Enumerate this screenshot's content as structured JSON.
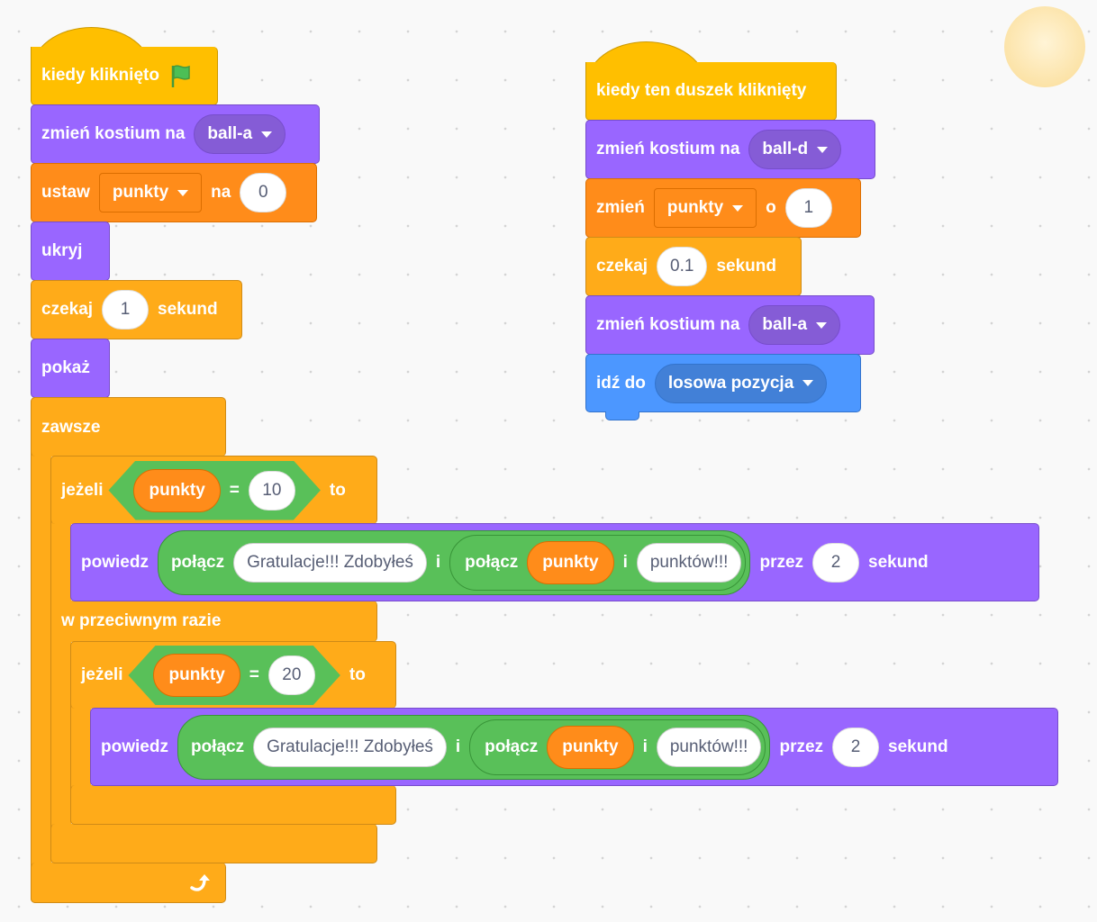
{
  "script1": {
    "hat": {
      "label": "kiedy kliknięto",
      "icon": "green-flag-icon"
    },
    "costume": {
      "label": "zmień kostium na",
      "value": "ball-a"
    },
    "set_var": {
      "label": "ustaw",
      "var": "punkty",
      "to": "na",
      "value": "0"
    },
    "hide": {
      "label": "ukryj"
    },
    "wait": {
      "label": "czekaj",
      "value": "1",
      "unit": "sekund"
    },
    "show": {
      "label": "pokaż"
    },
    "forever": {
      "label": "zawsze"
    },
    "if1": {
      "label": "jeżeli",
      "var": "punkty",
      "eq": "=",
      "value": "10",
      "then": "to",
      "say": {
        "label": "powiedz",
        "join": "połącz",
        "text1": "Gratulacje!!! Zdobyłeś",
        "and": "i",
        "join2": "połącz",
        "var": "punkty",
        "and2": "i",
        "text2": "punktów!!!",
        "for": "przez",
        "secs": "2",
        "unit": "sekund"
      }
    },
    "else": {
      "label": "w przeciwnym razie"
    },
    "if2": {
      "label": "jeżeli",
      "var": "punkty",
      "eq": "=",
      "value": "20",
      "then": "to",
      "say": {
        "label": "powiedz",
        "join": "połącz",
        "text1": "Gratulacje!!! Zdobyłeś",
        "and": "i",
        "join2": "połącz",
        "var": "punkty",
        "and2": "i",
        "text2": "punktów!!!",
        "for": "przez",
        "secs": "2",
        "unit": "sekund"
      }
    }
  },
  "script2": {
    "hat": {
      "label": "kiedy ten duszek kliknięty"
    },
    "costume1": {
      "label": "zmień kostium na",
      "value": "ball-d"
    },
    "change": {
      "label": "zmień",
      "var": "punkty",
      "by": "o",
      "value": "1"
    },
    "wait": {
      "label": "czekaj",
      "value": "0.1",
      "unit": "sekund"
    },
    "costume2": {
      "label": "zmień kostium na",
      "value": "ball-a"
    },
    "goto": {
      "label": "idź do",
      "value": "losowa pozycja"
    }
  },
  "colors": {
    "events": "#FFBF00",
    "looks": "#9966FF",
    "variables": "#FF8C1A",
    "control": "#FFAB19",
    "operators": "#59C059",
    "motion": "#4C97FF"
  }
}
